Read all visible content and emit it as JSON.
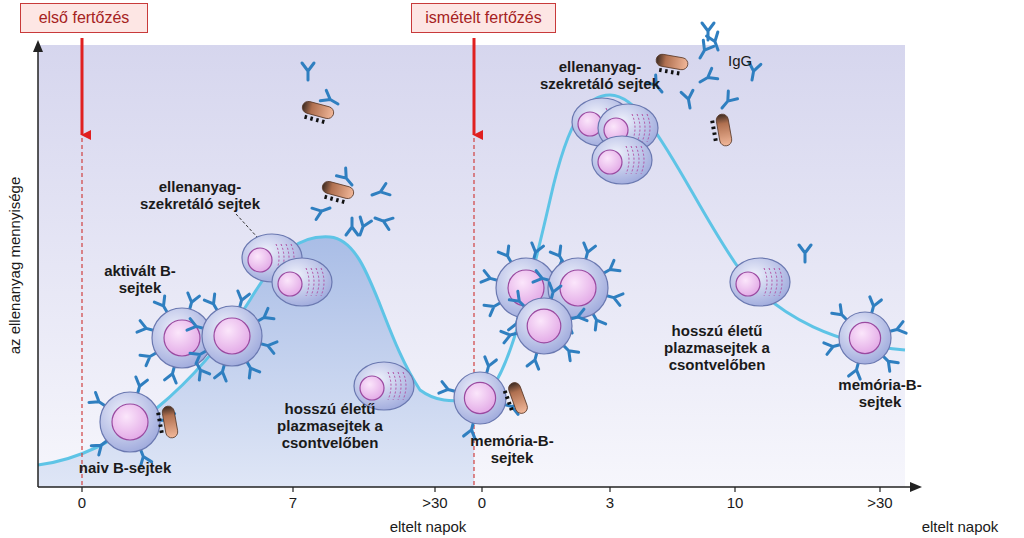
{
  "diagram": {
    "nodes": [
      {
        "text": [
          "első fertőzés"
        ]
      },
      {
        "text": [
          "ismételt fertőzés"
        ]
      }
    ],
    "labels": [
      "az ellenanyag mennyisége",
      "ellenanyag-szekretáló sejtek",
      "aktivált B-sejtek",
      "naiv B-sejtek",
      "hosszú életű plazmasejtek a csontvelőben",
      "memória-B-sejtek",
      "ellenanyag-szekretáló sejtek",
      "IgG",
      "hosszú életű plazmasejtek a csontvelőben",
      "memória-B-sejtek",
      "0",
      "7",
      ">30",
      "0",
      "3",
      "10",
      ">30",
      "eltelt napok",
      "eltelt napok"
    ]
  }
}
